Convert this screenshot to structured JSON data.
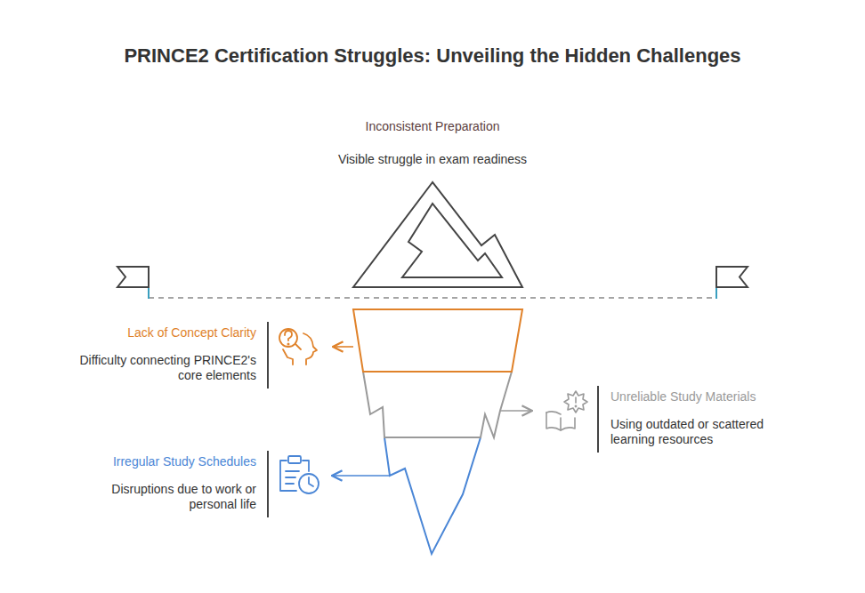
{
  "diagram": {
    "title": "PRINCE2 Certification Struggles: Unveiling the Hidden Challenges",
    "nodes": [
      {
        "text": [
          "Inconsistent Preparation",
          "Visible struggle in exam readiness"
        ]
      },
      {
        "text": [
          "Lack of Concept Clarity",
          "Difficulty connecting PRINCE2's core elements"
        ]
      },
      {
        "text": [
          "Unreliable Study Materials",
          "Using outdated or scattered learning resources"
        ]
      },
      {
        "text": [
          "Irregular Study Schedules",
          "Disruptions due to work or personal life"
        ]
      }
    ]
  }
}
